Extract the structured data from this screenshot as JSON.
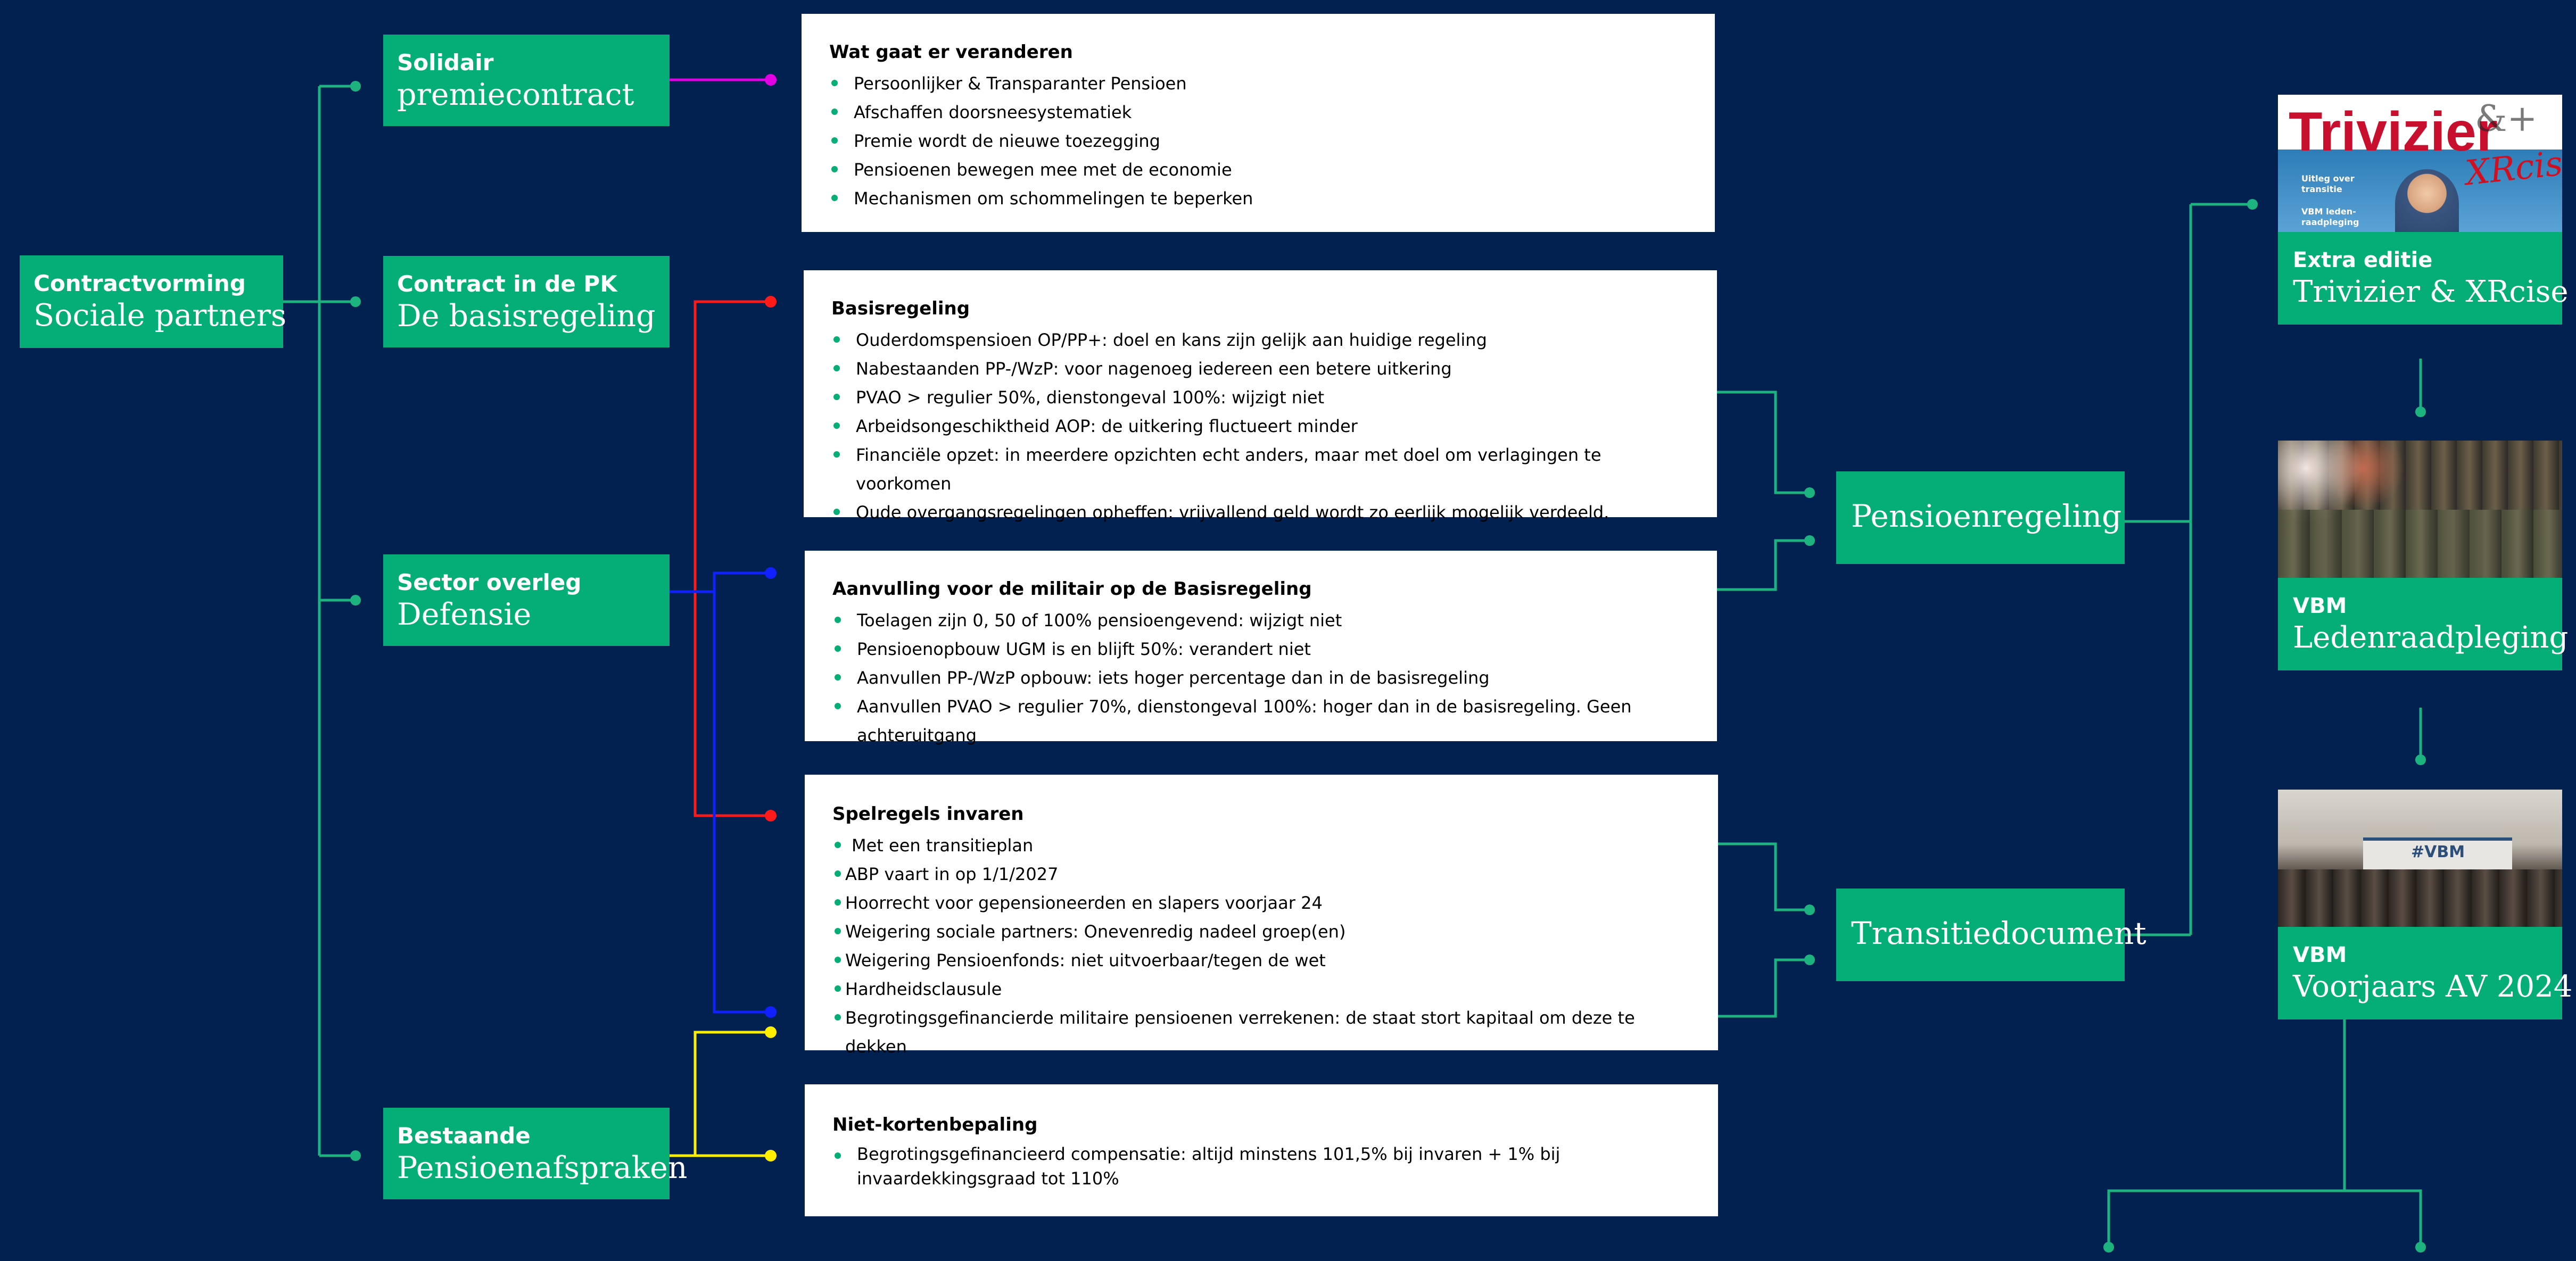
{
  "colors": {
    "background": "#022150",
    "box_green": "#04ae76",
    "connector_green": "#1db37f",
    "magenta": "#e400e4",
    "red": "#ff1a1a",
    "blue": "#1020ff",
    "yellow": "#ffee00"
  },
  "left": {
    "contractvorming": {
      "line1": "Contractvorming",
      "line2": "Sociale partners"
    }
  },
  "mid": {
    "solidair": {
      "line1": "Solidair",
      "line2": "premiecontract"
    },
    "contract_pk": {
      "line1": "Contract in de PK",
      "line2": "De basisregeling"
    },
    "sector": {
      "line1": "Sector overleg",
      "line2": "Defensie"
    },
    "bestaande": {
      "line1": "Bestaande",
      "line2": "Pensioenafspraken"
    }
  },
  "boxes": {
    "wat": {
      "title": "Wat gaat er veranderen",
      "items": [
        "Persoonlijker & Transparanter Pensioen",
        "Afschaffen doorsneesystematiek",
        "Premie wordt de nieuwe toezegging",
        "Pensioenen bewegen mee met de economie",
        "Mechanismen om schommelingen te beperken"
      ]
    },
    "basis": {
      "title": "Basisregeling",
      "items": [
        "Ouderdomspensioen OP/PP+:  doel en kans zijn gelijk aan huidige regeling",
        "Nabestaanden PP-/WzP: voor nagenoeg iedereen een betere uitkering",
        "PVAO > regulier 50%, dienstongeval 100%: wijzigt niet",
        "Arbeidsongeschiktheid AOP: de uitkering fluctueert minder",
        "Financiële opzet: in meerdere opzichten echt anders, maar met doel om verlagingen te voorkomen",
        "Oude overgangsregelingen opheffen: vrijvallend geld wordt zo eerlijk mogelijk verdeeld."
      ]
    },
    "aanvulling": {
      "title": "Aanvulling voor de militair op de Basisregeling",
      "items": [
        "Toelagen zijn 0, 50 of 100% pensioengevend: wijzigt niet",
        "Pensioenopbouw UGM is en blijft 50%: verandert niet",
        "Aanvullen PP-/WzP opbouw: iets hoger percentage dan in de basisregeling",
        "Aanvullen PVAO > regulier 70%, dienstongeval 100%: hoger dan in de basisregeling. Geen achteruitgang"
      ]
    },
    "spelregels": {
      "title": "Spelregels invaren",
      "items": [
        " Met een transitieplan",
        "ABP vaart in op 1/1/2027",
        "Hoorrecht voor gepensioneerden en slapers voorjaar 24",
        "Weigering sociale partners: Onevenredig nadeel groep(en)",
        "Weigering Pensioenfonds: niet uitvoerbaar/tegen de wet",
        "Hardheidsclausule",
        "Begrotingsgefinancierde militaire pensioenen verrekenen: de staat stort kapitaal om deze te dekken"
      ]
    },
    "nietkorten": {
      "title": "Niet-kortenbepaling",
      "items": [
        "Begrotingsgefinancieerd compensatie: altijd minstens 101,5% bij invaren + 1% bij invaardekkingsgraad tot 110%"
      ]
    }
  },
  "right": {
    "pensioenregeling": "Pensioenregeling",
    "transitiedocument": "Transitiedocument"
  },
  "cards": {
    "trivizier": {
      "line1": "Extra editie",
      "line2": "Trivizier & XRcise",
      "thumb_title": "Trivizier",
      "thumb_plus": "&+",
      "thumb_xr": "XRcise",
      "thumb_text1": "Uitleg over transitie",
      "thumb_text2": "VBM leden-raadpleging"
    },
    "ledenraad": {
      "line1": "VBM",
      "line2": "Ledenraadpleging"
    },
    "voorjaars": {
      "line1": "VBM",
      "line2": "Voorjaars AV 2024",
      "thumb_banner": "#VBM"
    }
  }
}
